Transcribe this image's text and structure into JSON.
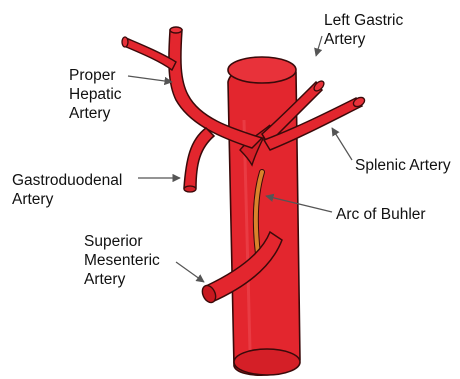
{
  "labels": {
    "left_gastric": [
      "Left Gastric",
      "Artery"
    ],
    "proper_hepatic": [
      "Proper",
      "Hepatic",
      "Artery"
    ],
    "splenic": [
      "Splenic Artery"
    ],
    "gastroduodenal": [
      "Gastroduodenal",
      "Artery"
    ],
    "arc_of_buhler": [
      "Arc of Buhler"
    ],
    "superior_mesenteric": [
      "Superior",
      "Mesenteric",
      "Artery"
    ]
  },
  "colors": {
    "artery_red": "#e3262e",
    "artery_dark": "#b31a20",
    "arc_orange": "#d9822b",
    "outline": "#3a0a0a",
    "text": "#111111",
    "leader": "#555555"
  }
}
